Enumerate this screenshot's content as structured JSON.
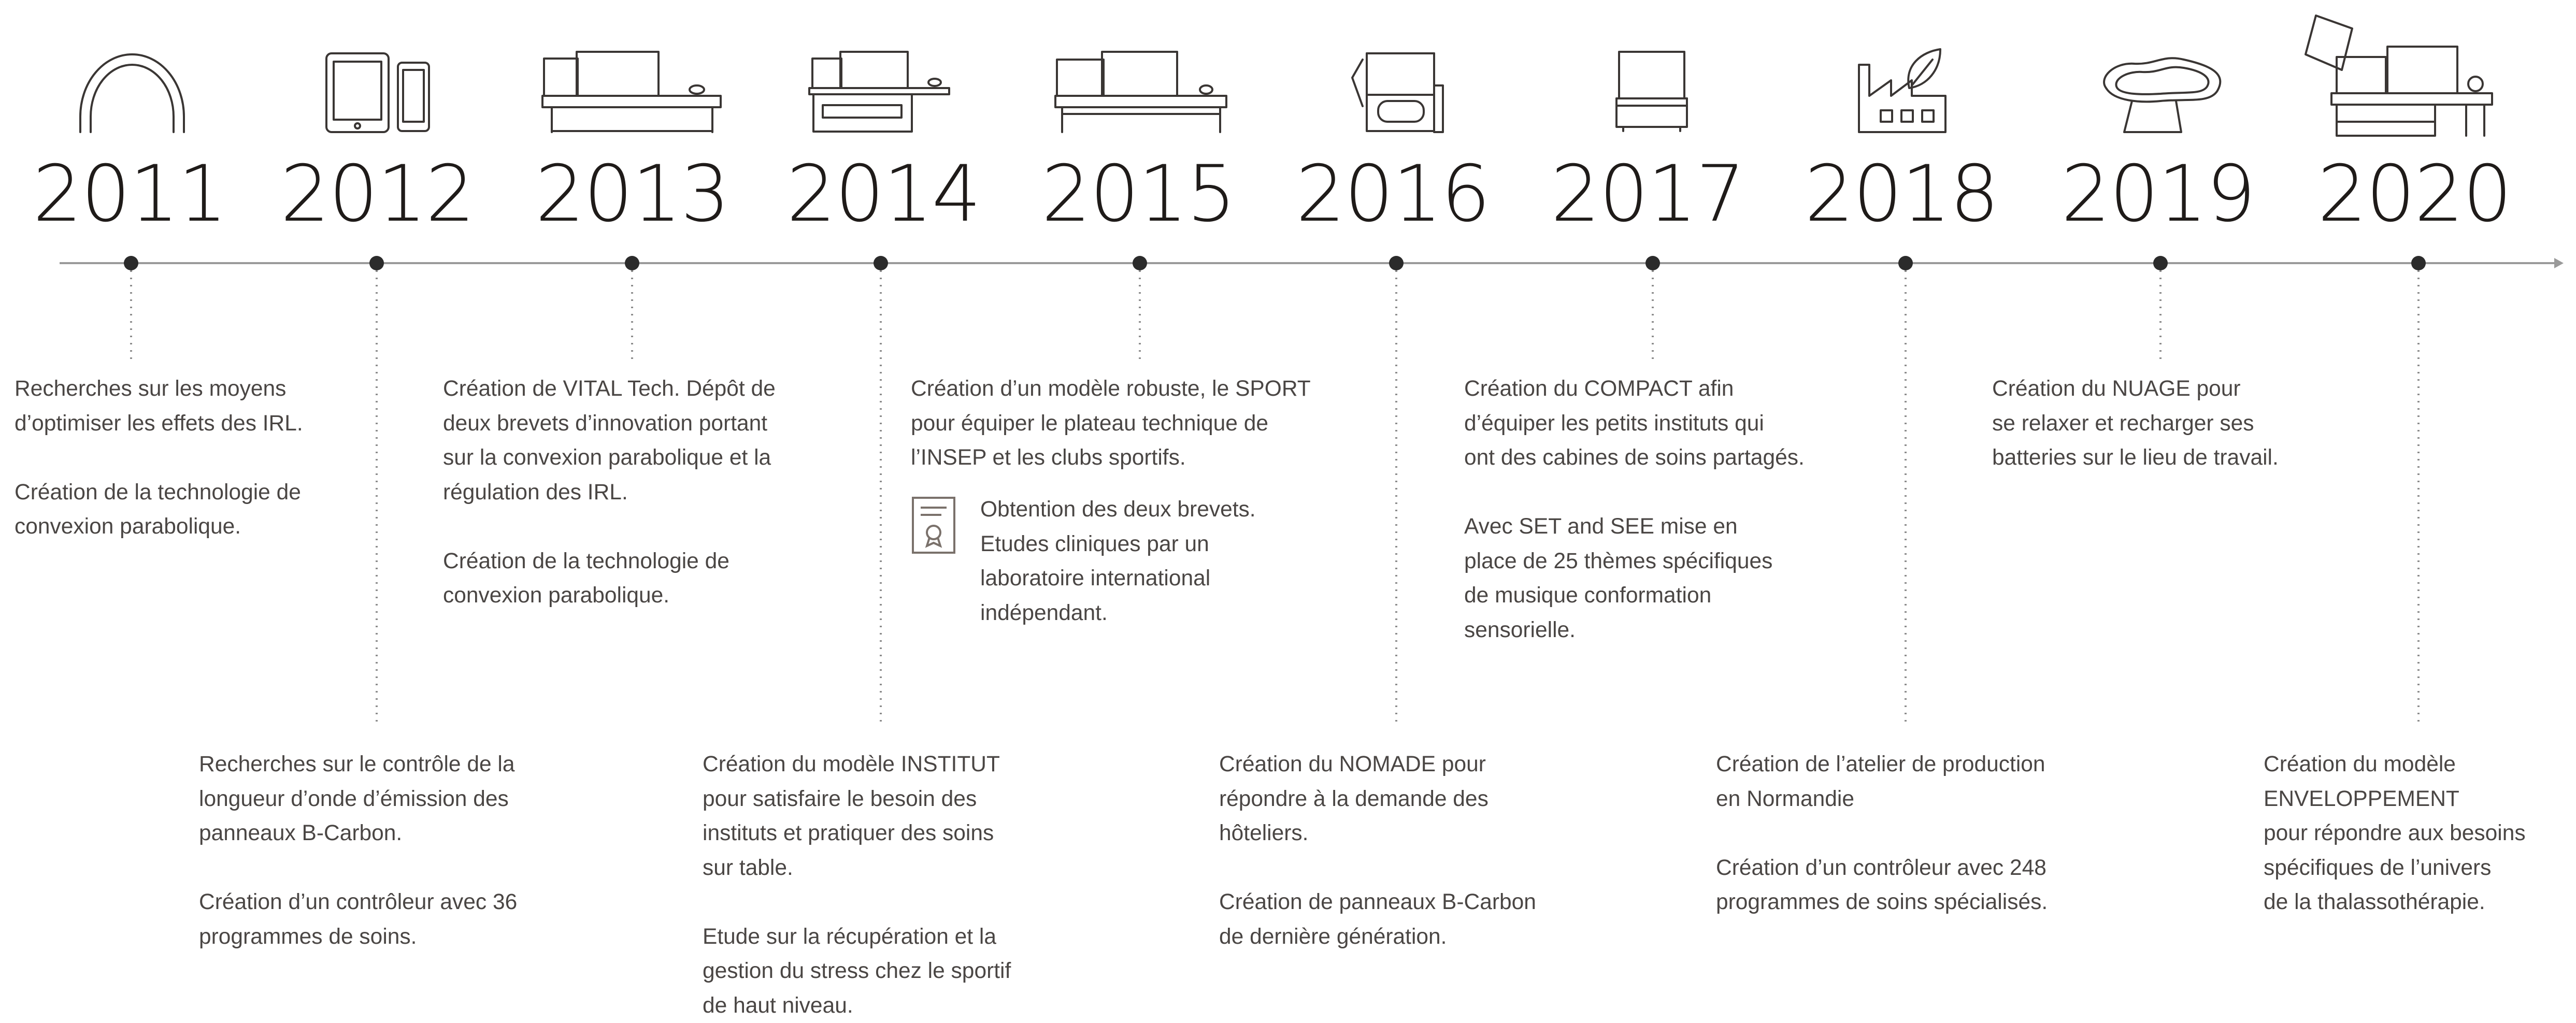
{
  "years": [
    "2011",
    "2012",
    "2013",
    "2014",
    "2015",
    "2016",
    "2017",
    "2018",
    "2019",
    "2020"
  ],
  "icons": [
    "arch-icon",
    "tablet-phone-icon",
    "desk-monitor-icon",
    "desk-drawer-icon",
    "desk-screens-icon",
    "chair-cabin-icon",
    "cabin-icon",
    "factory-leaf-icon",
    "cloud-lounger-icon",
    "envelope-bed-icon"
  ],
  "entries_top": {
    "e2011": [
      "Recherches sur les moyens\nd’optimiser les effets des IRL.",
      "Création de la technologie de\nconvexion parabolique."
    ],
    "e2013": [
      "Création de VITAL Tech. Dépôt de\ndeux brevets d’innovation portant\nsur la convexion parabolique et la\nrégulation des IRL.",
      "Création de la technologie de\nconvexion parabolique."
    ],
    "e2015": [
      "Création d’un modèle robuste, le SPORT\npour équiper le plateau technique de\nl’INSEP et les clubs sportifs."
    ],
    "e2015_note": "Obtention des deux brevets.\nEtudes cliniques par un\nlaboratoire international\nindépendant.",
    "e2017": [
      "Création du COMPACT afin\nd’équiper les petits instituts qui\nont des cabines de soins partagés.",
      "Avec SET and SEE mise en\nplace de 25 thèmes spécifiques\nde musique conformation\nsensorielle."
    ],
    "e2019": [
      "Création du NUAGE pour\nse relaxer et recharger ses\nbatteries sur le lieu de travail."
    ]
  },
  "entries_bottom": {
    "e2012": [
      "Recherches sur le contrôle de la\nlongueur d’onde d’émission des\npanneaux B-Carbon.",
      "Création d’un contrôleur avec 36\nprogrammes de soins."
    ],
    "e2014": [
      "Création du modèle INSTITUT\npour satisfaire le besoin des\ninstituts et pratiquer des soins\nsur table.",
      "Etude sur la récupération et la\ngestion du stress chez le sportif\nde haut niveau."
    ],
    "e2016": [
      "Création du NOMADE pour\nrépondre à la demande des\nhôteliers.",
      "Création de panneaux B-Carbon\nde dernière génération."
    ],
    "e2018": [
      "Création de l’atelier de production\nen Normandie",
      "Création d’un contrôleur avec 248\nprogrammes de soins spécialisés."
    ],
    "e2020": [
      "Création du modèle\nENVELOPPEMENT\npour répondre aux besoins\nspécifiques de l’univers\nde la thalassothérapie."
    ]
  },
  "colors": {
    "line": "#9a9a9a",
    "dot": "#2b2b2b",
    "text": "#4a4644",
    "year": "#1f1b19"
  }
}
